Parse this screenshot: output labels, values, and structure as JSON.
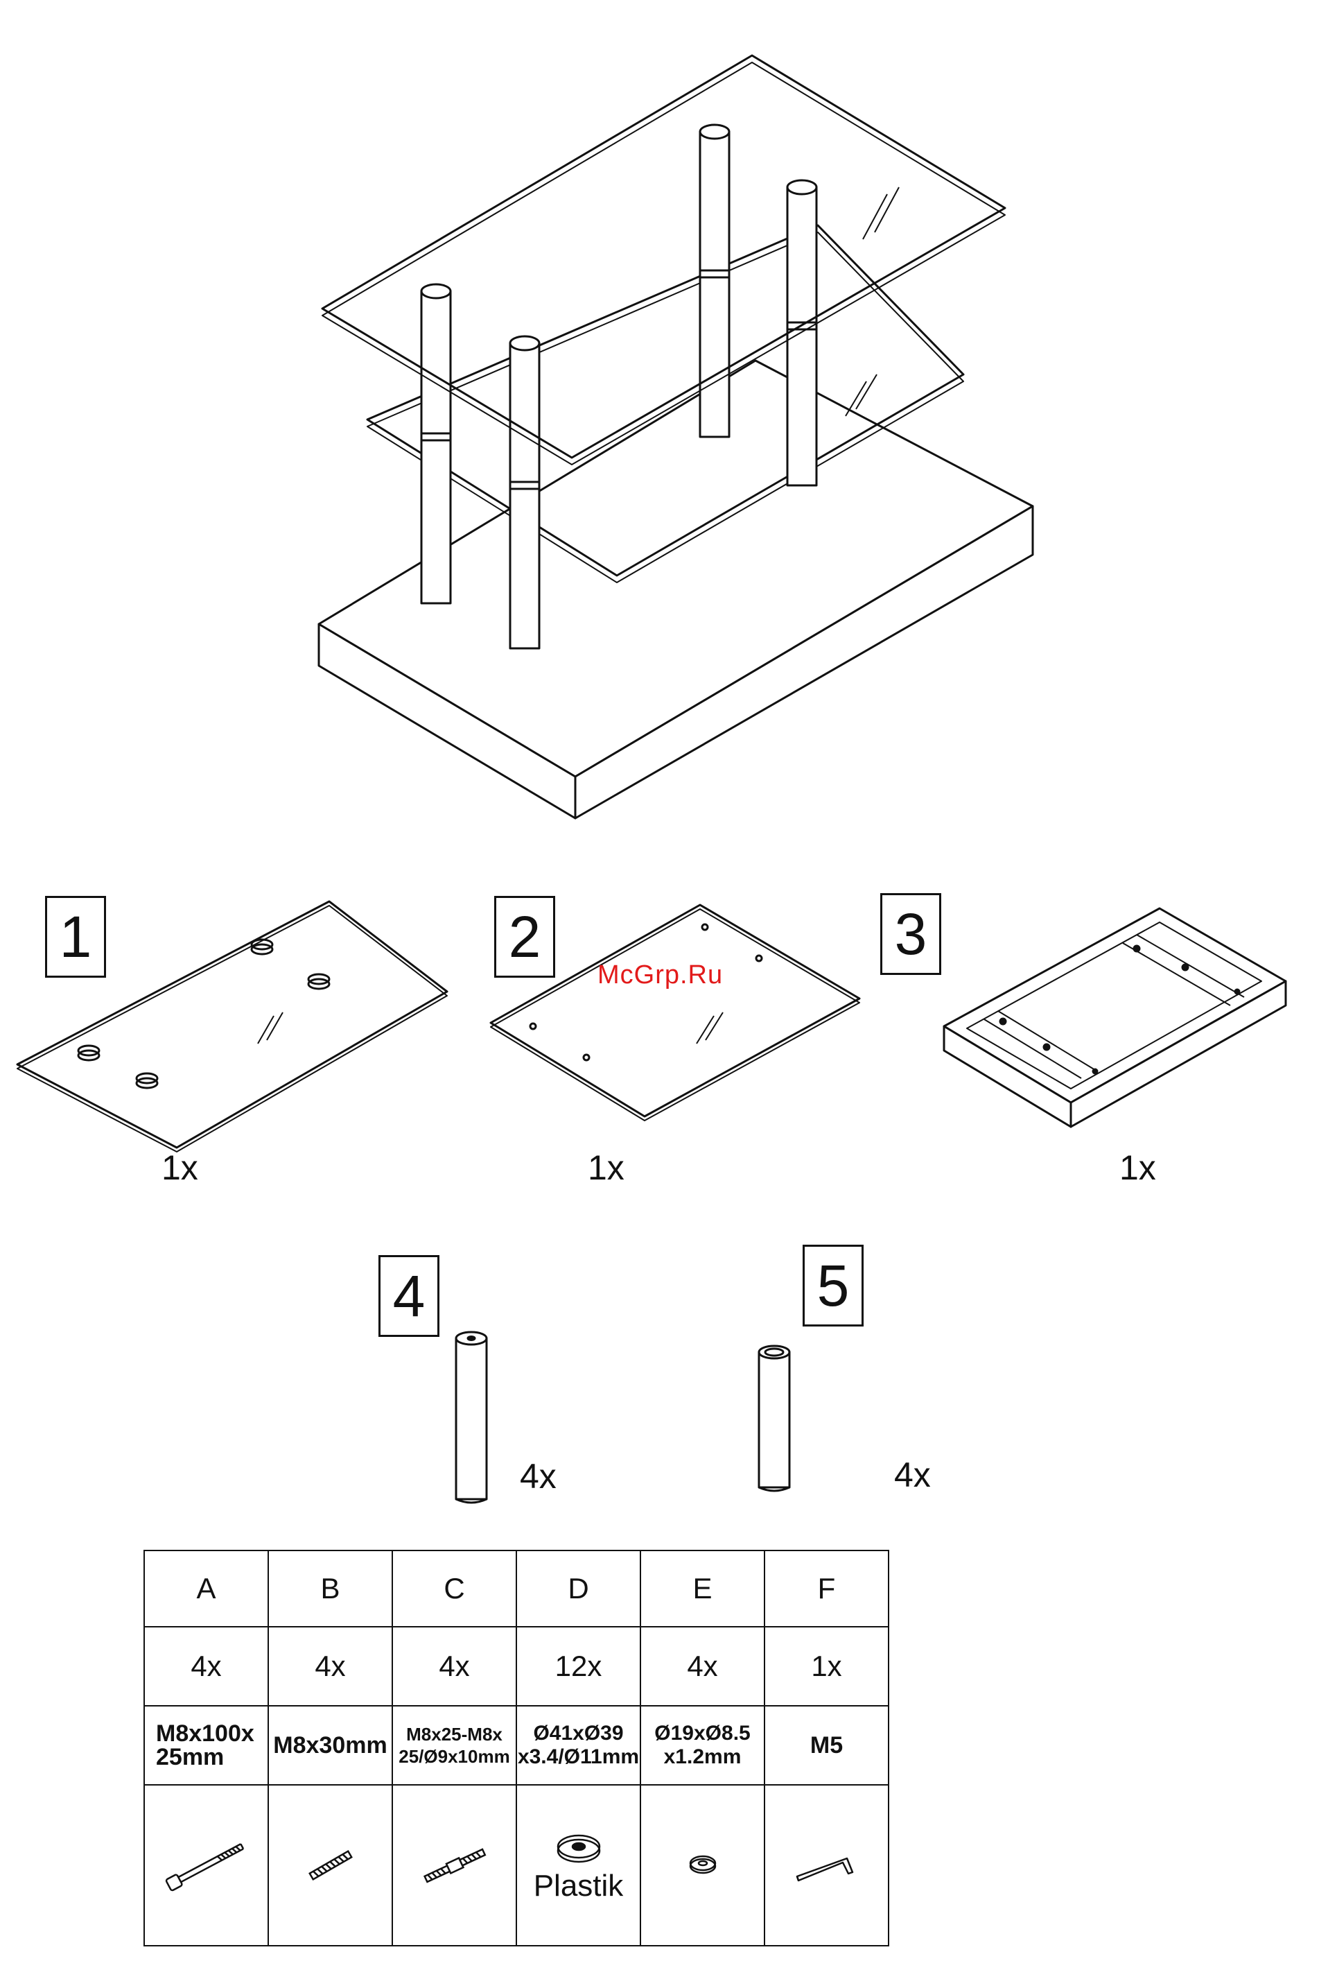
{
  "watermark": "McGrp.Ru",
  "assembled_view": {
    "icon": "assembled-table-drawing"
  },
  "parts": [
    {
      "number": "1",
      "quantity": "1x",
      "icon": "top-glass-shelf-icon"
    },
    {
      "number": "2",
      "quantity": "1x",
      "icon": "middle-glass-shelf-icon"
    },
    {
      "number": "3",
      "quantity": "1x",
      "icon": "base-frame-icon"
    },
    {
      "number": "4",
      "quantity": "4x",
      "icon": "long-leg-icon"
    },
    {
      "number": "5",
      "quantity": "4x",
      "icon": "short-leg-icon"
    }
  ],
  "hardware_table": {
    "columns": [
      {
        "label": "A",
        "count": "4x",
        "spec_line1": "M8x100x",
        "spec_line2": "25mm",
        "icon": "bolt-icon"
      },
      {
        "label": "B",
        "count": "4x",
        "spec_line1": "M8x30mm",
        "spec_line2": "",
        "icon": "threaded-rod-icon"
      },
      {
        "label": "C",
        "count": "4x",
        "spec_line1": "M8x25-M8x",
        "spec_line2": "25/Ø9x10mm",
        "icon": "double-threaded-connector-icon"
      },
      {
        "label": "D",
        "count": "12x",
        "spec_line1": "Ø41xØ39",
        "spec_line2": "x3.4/Ø11mm",
        "icon": "plastic-washer-icon",
        "note": "Plastik"
      },
      {
        "label": "E",
        "count": "4x",
        "spec_line1": "Ø19xØ8.5",
        "spec_line2": "x1.2mm",
        "icon": "washer-icon"
      },
      {
        "label": "F",
        "count": "1x",
        "spec_line1": "M5",
        "spec_line2": "",
        "icon": "allen-key-icon"
      }
    ]
  }
}
